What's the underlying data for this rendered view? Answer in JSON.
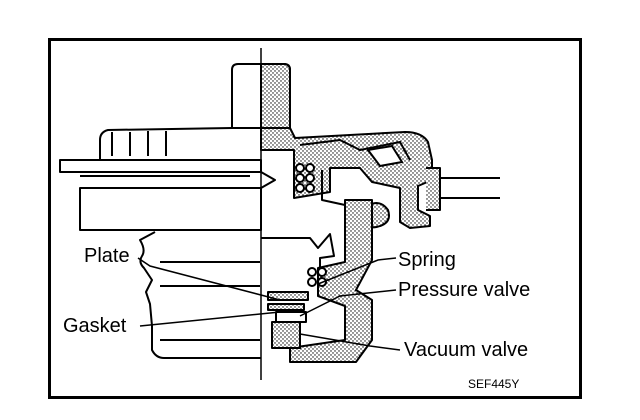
{
  "labels": {
    "plate": "Plate",
    "gasket": "Gasket",
    "spring": "Spring",
    "pressure_valve": "Pressure valve",
    "vacuum_valve": "Vacuum valve"
  },
  "figure_code": "SEF445Y"
}
